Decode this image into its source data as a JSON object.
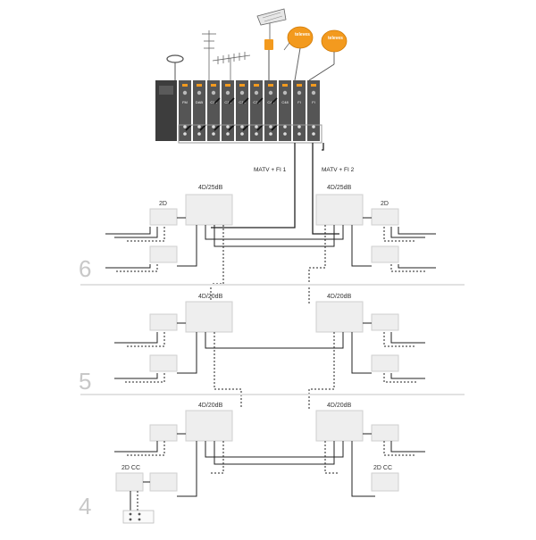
{
  "headend": {
    "modules": [
      "FM",
      "DAB",
      "C16",
      "C34",
      "C36",
      "C39",
      "C40",
      "C48",
      "FI",
      "FI"
    ],
    "dish_brand": "televes"
  },
  "feeds": {
    "left": "MATV + FI 1",
    "right": "MATV + FI 2"
  },
  "floors": [
    {
      "number": "6",
      "amp_left": "4D/25dB",
      "amp_right": "4D/25dB",
      "tap_left": "2D",
      "tap_right": "2D"
    },
    {
      "number": "5",
      "amp_left": "4D/20dB",
      "amp_right": "4D/20dB"
    },
    {
      "number": "4",
      "amp_left": "4D/20dB",
      "amp_right": "4D/20dB",
      "tap_left": "2D CC",
      "tap_right": "2D CC"
    }
  ],
  "colors": {
    "box_fill": "#eeeeee",
    "box_stroke": "#cfcfcf",
    "cable": "#222222",
    "dish": "#f39a1e",
    "module": "#555555"
  }
}
